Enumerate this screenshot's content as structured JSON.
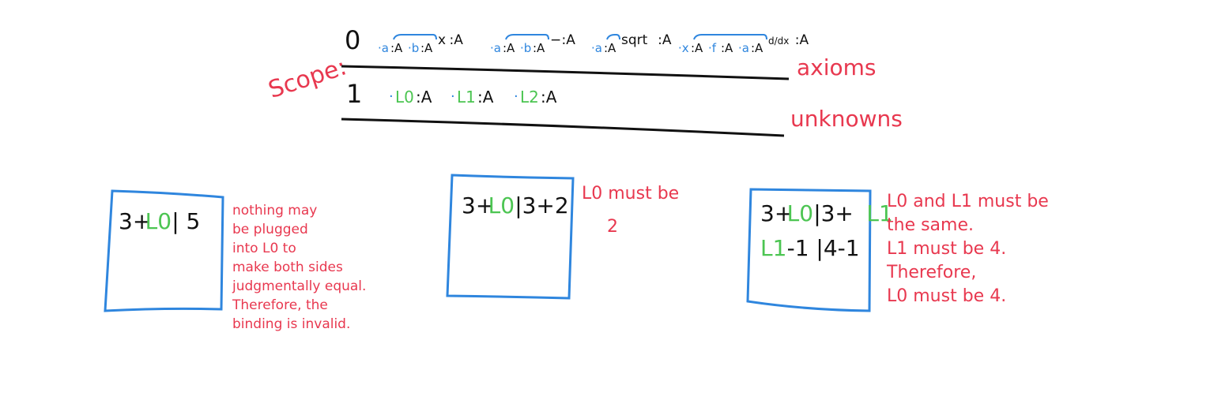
{
  "scope_label": "Scope:",
  "rows": [
    {
      "level": "0",
      "tag": "axioms",
      "items": [
        {
          "binders": [
            "a",
            "A",
            "b",
            "A"
          ],
          "body": "x",
          "type": "A"
        },
        {
          "binders": [
            "a",
            "A",
            "b",
            "A"
          ],
          "body": "−",
          "type": "A"
        },
        {
          "binders": [
            "a",
            "A"
          ],
          "body": "sqrt",
          "type": "A"
        },
        {
          "binders": [
            "x",
            "A",
            "f",
            "A",
            "a",
            "A"
          ],
          "body": "d/dx",
          "type": "A"
        }
      ]
    },
    {
      "level": "1",
      "tag": "unknowns",
      "items": [
        {
          "name": "L0",
          "type": "A"
        },
        {
          "name": "L1",
          "type": "A"
        },
        {
          "name": "L2",
          "type": "A"
        }
      ]
    }
  ],
  "examples": [
    {
      "lines": [
        [
          {
            "t": "3+",
            "c": "black"
          },
          {
            "t": "L0",
            "c": "green"
          },
          {
            "t": " | 5",
            "c": "black"
          }
        ]
      ],
      "note": [
        "nothing may",
        "be plugged",
        "into L0 to",
        "make both sides",
        "judgmentally equal.",
        "Therefore, the",
        "binding is invalid."
      ]
    },
    {
      "lines": [
        [
          {
            "t": "3+",
            "c": "black"
          },
          {
            "t": "L0",
            "c": "green"
          },
          {
            "t": "|3+2",
            "c": "black"
          }
        ]
      ],
      "note": [
        "L0 must be",
        "2"
      ]
    },
    {
      "lines": [
        [
          {
            "t": "3+",
            "c": "black"
          },
          {
            "t": "L0",
            "c": "green"
          },
          {
            "t": " |3+",
            "c": "black"
          },
          {
            "t": "L1",
            "c": "green"
          }
        ],
        [
          {
            "t": "L1",
            "c": "green"
          },
          {
            "t": "-1 |4-1",
            "c": "black"
          }
        ]
      ],
      "note": [
        "L0 and L1 must be",
        "the same.",
        "L1 must be 4.",
        "Therefore,",
        "L0 must be 4."
      ]
    }
  ],
  "colors": {
    "note_red": "#e8384f",
    "binder_blue": "#2f86de",
    "unknown_green": "#4cc552",
    "ink_black": "#111111"
  }
}
